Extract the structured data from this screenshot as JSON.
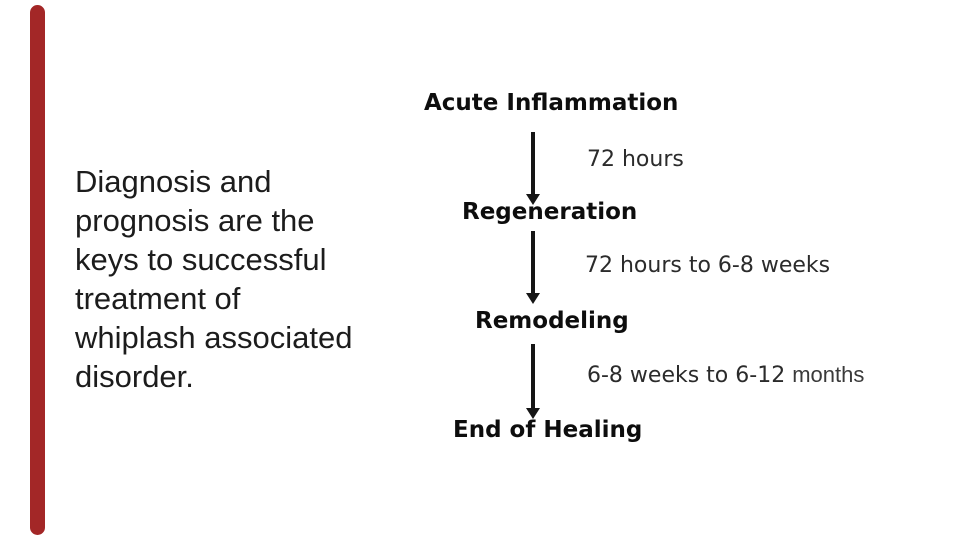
{
  "slide": {
    "accent_bar_color": "#A32727",
    "background_color": "#ffffff",
    "body_text": "Diagnosis and\nprognosis are the\nkeys to successful\ntreatment of\nwhiplash associated\ndisorder.",
    "flowchart": {
      "stages": [
        "Acute Inflammation",
        "Regeneration",
        "Remodeling",
        "End of Healing"
      ],
      "intervals": [
        {
          "text": "72 hours"
        },
        {
          "text": "72 hours to 6-8 weeks"
        },
        {
          "text": "6-8 weeks to 6-12",
          "suffix": "months"
        }
      ]
    }
  }
}
